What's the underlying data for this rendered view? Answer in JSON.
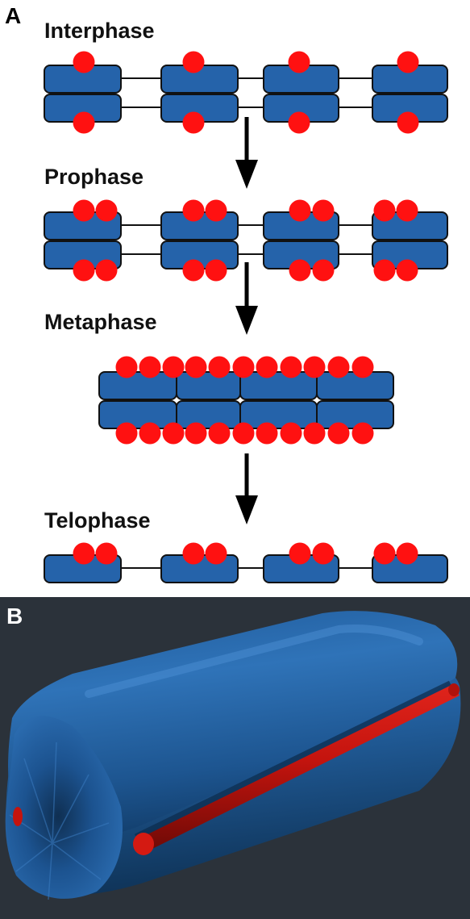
{
  "panel_a": {
    "letter": "A",
    "phases": [
      "Interphase",
      "Prophase",
      "Metaphase",
      "Telophase"
    ]
  },
  "panel_b": {
    "letter": "B"
  },
  "colors": {
    "block_fill": "#2563aa",
    "block_stroke": "#111111",
    "dot": "#ff1111",
    "arrow": "#000000",
    "panel_b_background": "#2b323a",
    "cylinder_red": "#c4140e"
  }
}
